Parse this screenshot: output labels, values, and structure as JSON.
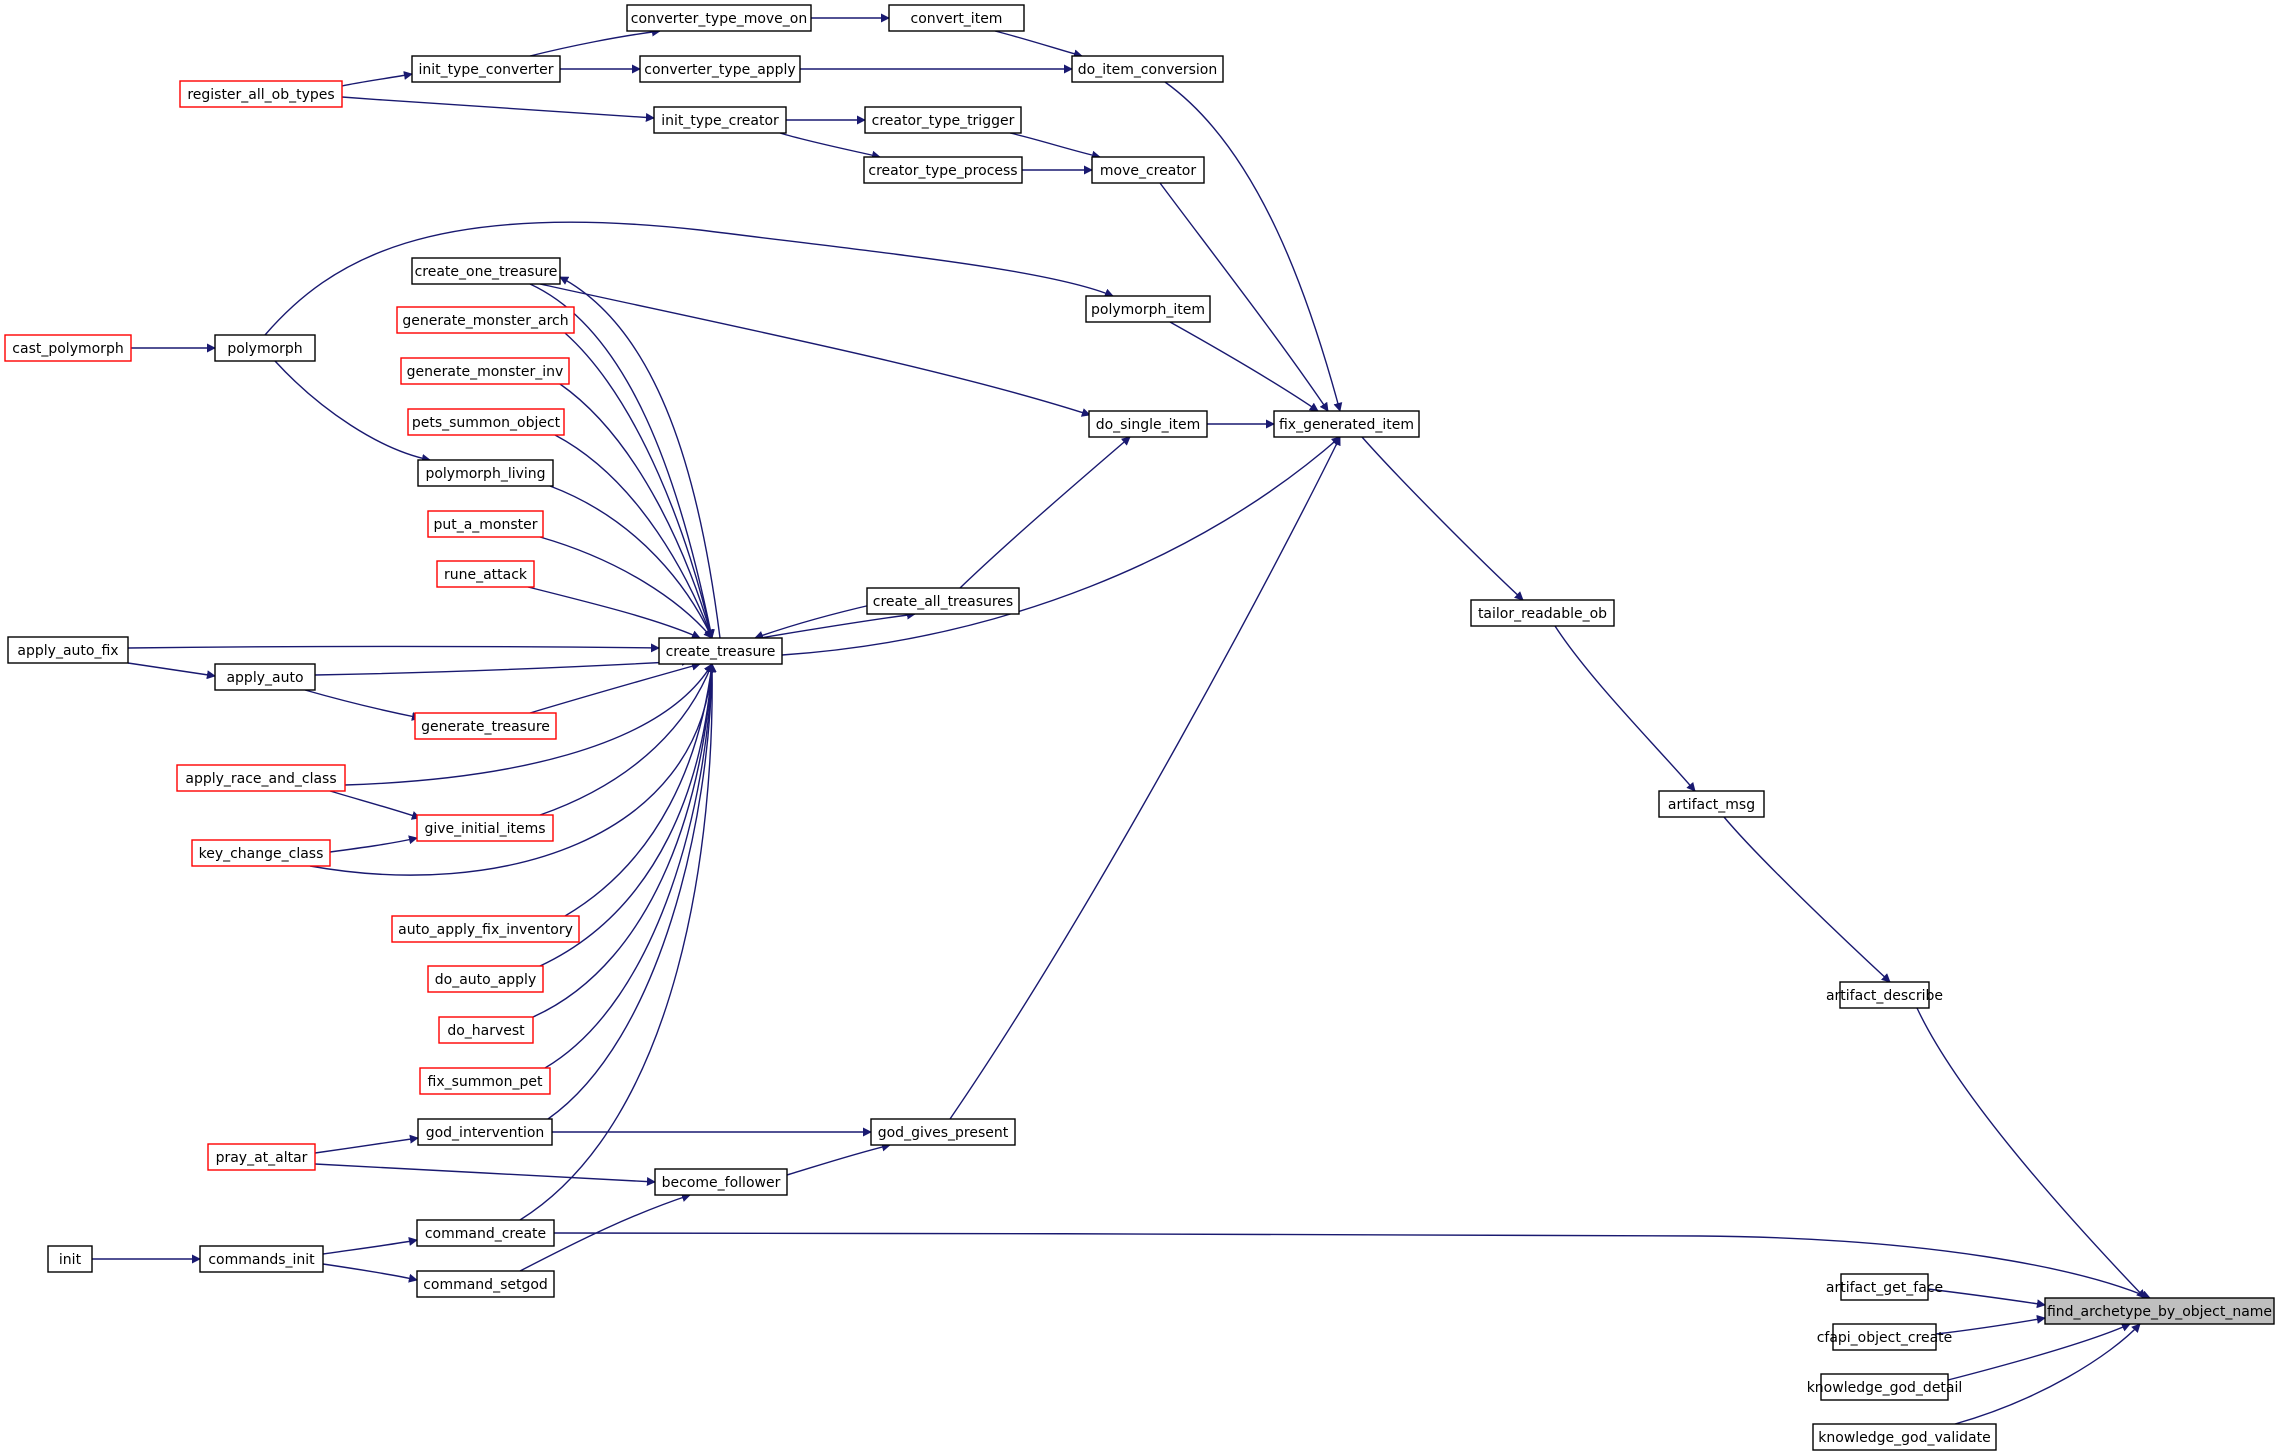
{
  "graph": {
    "target": "find_archetype_by_object_name",
    "colors": {
      "edge": "#191970",
      "node_border": "#000000",
      "node_border_truncated": "#ff0000",
      "highlight_fill": "#bfbfbf",
      "background": "#ffffff"
    },
    "nodes": [
      {
        "id": "find_archetype_by_object_name",
        "label": "find_archetype_by_object_name",
        "style": "highlight"
      },
      {
        "id": "artifact_describe",
        "label": "artifact_describe",
        "style": "normal"
      },
      {
        "id": "artifact_get_face",
        "label": "artifact_get_face",
        "style": "normal"
      },
      {
        "id": "cfapi_object_create",
        "label": "cfapi_object_create",
        "style": "normal"
      },
      {
        "id": "knowledge_god_detail",
        "label": "knowledge_god_detail",
        "style": "normal"
      },
      {
        "id": "knowledge_god_validate",
        "label": "knowledge_god_validate",
        "style": "normal"
      },
      {
        "id": "artifact_msg",
        "label": "artifact_msg",
        "style": "normal"
      },
      {
        "id": "tailor_readable_ob",
        "label": "tailor_readable_ob",
        "style": "normal"
      },
      {
        "id": "fix_generated_item",
        "label": "fix_generated_item",
        "style": "normal"
      },
      {
        "id": "do_item_conversion",
        "label": "do_item_conversion",
        "style": "normal"
      },
      {
        "id": "move_creator",
        "label": "move_creator",
        "style": "normal"
      },
      {
        "id": "polymorph_item",
        "label": "polymorph_item",
        "style": "normal"
      },
      {
        "id": "do_single_item",
        "label": "do_single_item",
        "style": "normal"
      },
      {
        "id": "convert_item",
        "label": "convert_item",
        "style": "normal"
      },
      {
        "id": "converter_type_move_on",
        "label": "converter_type_move_on",
        "style": "normal"
      },
      {
        "id": "converter_type_apply",
        "label": "converter_type_apply",
        "style": "normal"
      },
      {
        "id": "init_type_converter",
        "label": "init_type_converter",
        "style": "normal"
      },
      {
        "id": "register_all_ob_types",
        "label": "register_all_ob_types",
        "style": "truncated"
      },
      {
        "id": "init_type_creator",
        "label": "init_type_creator",
        "style": "normal"
      },
      {
        "id": "creator_type_trigger",
        "label": "creator_type_trigger",
        "style": "normal"
      },
      {
        "id": "creator_type_process",
        "label": "creator_type_process",
        "style": "normal"
      },
      {
        "id": "create_one_treasure",
        "label": "create_one_treasure",
        "style": "normal"
      },
      {
        "id": "generate_monster_arch",
        "label": "generate_monster_arch",
        "style": "truncated"
      },
      {
        "id": "generate_monster_inv",
        "label": "generate_monster_inv",
        "style": "truncated"
      },
      {
        "id": "pets_summon_object",
        "label": "pets_summon_object",
        "style": "truncated"
      },
      {
        "id": "polymorph_living",
        "label": "polymorph_living",
        "style": "normal"
      },
      {
        "id": "put_a_monster",
        "label": "put_a_monster",
        "style": "truncated"
      },
      {
        "id": "rune_attack",
        "label": "rune_attack",
        "style": "truncated"
      },
      {
        "id": "create_treasure",
        "label": "create_treasure",
        "style": "normal"
      },
      {
        "id": "create_all_treasures",
        "label": "create_all_treasures",
        "style": "normal"
      },
      {
        "id": "polymorph",
        "label": "polymorph",
        "style": "normal"
      },
      {
        "id": "cast_polymorph",
        "label": "cast_polymorph",
        "style": "truncated"
      },
      {
        "id": "apply_auto_fix",
        "label": "apply_auto_fix",
        "style": "normal"
      },
      {
        "id": "apply_auto",
        "label": "apply_auto",
        "style": "normal"
      },
      {
        "id": "generate_treasure",
        "label": "generate_treasure",
        "style": "truncated"
      },
      {
        "id": "apply_race_and_class",
        "label": "apply_race_and_class",
        "style": "truncated"
      },
      {
        "id": "give_initial_items",
        "label": "give_initial_items",
        "style": "truncated"
      },
      {
        "id": "key_change_class",
        "label": "key_change_class",
        "style": "truncated"
      },
      {
        "id": "auto_apply_fix_inventory",
        "label": "auto_apply_fix_inventory",
        "style": "truncated"
      },
      {
        "id": "do_auto_apply",
        "label": "do_auto_apply",
        "style": "truncated"
      },
      {
        "id": "do_harvest",
        "label": "do_harvest",
        "style": "truncated"
      },
      {
        "id": "fix_summon_pet",
        "label": "fix_summon_pet",
        "style": "truncated"
      },
      {
        "id": "god_intervention",
        "label": "god_intervention",
        "style": "normal"
      },
      {
        "id": "god_gives_present",
        "label": "god_gives_present",
        "style": "normal"
      },
      {
        "id": "pray_at_altar",
        "label": "pray_at_altar",
        "style": "truncated"
      },
      {
        "id": "become_follower",
        "label": "become_follower",
        "style": "normal"
      },
      {
        "id": "command_create",
        "label": "command_create",
        "style": "normal"
      },
      {
        "id": "command_setgod",
        "label": "command_setgod",
        "style": "normal"
      },
      {
        "id": "commands_init",
        "label": "commands_init",
        "style": "normal"
      },
      {
        "id": "init",
        "label": "init",
        "style": "normal"
      }
    ],
    "edges": [
      {
        "from": "artifact_describe",
        "to": "find_archetype_by_object_name"
      },
      {
        "from": "artifact_get_face",
        "to": "find_archetype_by_object_name"
      },
      {
        "from": "cfapi_object_create",
        "to": "find_archetype_by_object_name"
      },
      {
        "from": "knowledge_god_detail",
        "to": "find_archetype_by_object_name"
      },
      {
        "from": "knowledge_god_validate",
        "to": "find_archetype_by_object_name"
      },
      {
        "from": "command_create",
        "to": "find_archetype_by_object_name"
      },
      {
        "from": "artifact_msg",
        "to": "artifact_describe"
      },
      {
        "from": "tailor_readable_ob",
        "to": "artifact_msg"
      },
      {
        "from": "fix_generated_item",
        "to": "tailor_readable_ob"
      },
      {
        "from": "do_item_conversion",
        "to": "fix_generated_item"
      },
      {
        "from": "move_creator",
        "to": "fix_generated_item"
      },
      {
        "from": "polymorph_item",
        "to": "fix_generated_item"
      },
      {
        "from": "do_single_item",
        "to": "fix_generated_item"
      },
      {
        "from": "create_treasure",
        "to": "fix_generated_item"
      },
      {
        "from": "god_gives_present",
        "to": "fix_generated_item"
      },
      {
        "from": "convert_item",
        "to": "do_item_conversion"
      },
      {
        "from": "converter_type_apply",
        "to": "do_item_conversion"
      },
      {
        "from": "converter_type_move_on",
        "to": "convert_item"
      },
      {
        "from": "init_type_converter",
        "to": "converter_type_move_on"
      },
      {
        "from": "init_type_converter",
        "to": "converter_type_apply"
      },
      {
        "from": "register_all_ob_types",
        "to": "init_type_converter"
      },
      {
        "from": "register_all_ob_types",
        "to": "init_type_creator"
      },
      {
        "from": "init_type_creator",
        "to": "creator_type_trigger"
      },
      {
        "from": "init_type_creator",
        "to": "creator_type_process"
      },
      {
        "from": "creator_type_trigger",
        "to": "move_creator"
      },
      {
        "from": "creator_type_process",
        "to": "move_creator"
      },
      {
        "from": "polymorph",
        "to": "polymorph_item"
      },
      {
        "from": "create_one_treasure",
        "to": "do_single_item"
      },
      {
        "from": "create_all_treasures",
        "to": "do_single_item"
      },
      {
        "from": "create_treasure",
        "to": "create_all_treasures"
      },
      {
        "from": "create_all_treasures",
        "to": "create_treasure"
      },
      {
        "from": "create_treasure",
        "to": "create_one_treasure"
      },
      {
        "from": "create_one_treasure",
        "to": "create_treasure"
      },
      {
        "from": "generate_monster_arch",
        "to": "create_treasure"
      },
      {
        "from": "generate_monster_inv",
        "to": "create_treasure"
      },
      {
        "from": "pets_summon_object",
        "to": "create_treasure"
      },
      {
        "from": "polymorph_living",
        "to": "create_treasure"
      },
      {
        "from": "put_a_monster",
        "to": "create_treasure"
      },
      {
        "from": "rune_attack",
        "to": "create_treasure"
      },
      {
        "from": "apply_auto_fix",
        "to": "create_treasure"
      },
      {
        "from": "apply_auto",
        "to": "create_treasure"
      },
      {
        "from": "generate_treasure",
        "to": "create_treasure"
      },
      {
        "from": "apply_race_and_class",
        "to": "create_treasure"
      },
      {
        "from": "give_initial_items",
        "to": "create_treasure"
      },
      {
        "from": "key_change_class",
        "to": "create_treasure"
      },
      {
        "from": "auto_apply_fix_inventory",
        "to": "create_treasure"
      },
      {
        "from": "do_auto_apply",
        "to": "create_treasure"
      },
      {
        "from": "do_harvest",
        "to": "create_treasure"
      },
      {
        "from": "fix_summon_pet",
        "to": "create_treasure"
      },
      {
        "from": "god_intervention",
        "to": "create_treasure"
      },
      {
        "from": "command_create",
        "to": "create_treasure"
      },
      {
        "from": "cast_polymorph",
        "to": "polymorph"
      },
      {
        "from": "polymorph",
        "to": "polymorph_living"
      },
      {
        "from": "apply_auto_fix",
        "to": "apply_auto"
      },
      {
        "from": "apply_auto",
        "to": "generate_treasure"
      },
      {
        "from": "apply_race_and_class",
        "to": "give_initial_items"
      },
      {
        "from": "key_change_class",
        "to": "give_initial_items"
      },
      {
        "from": "god_intervention",
        "to": "god_gives_present"
      },
      {
        "from": "become_follower",
        "to": "god_gives_present"
      },
      {
        "from": "pray_at_altar",
        "to": "god_intervention"
      },
      {
        "from": "pray_at_altar",
        "to": "become_follower"
      },
      {
        "from": "command_setgod",
        "to": "become_follower"
      },
      {
        "from": "commands_init",
        "to": "command_create"
      },
      {
        "from": "commands_init",
        "to": "command_setgod"
      },
      {
        "from": "init",
        "to": "commands_init"
      }
    ]
  }
}
